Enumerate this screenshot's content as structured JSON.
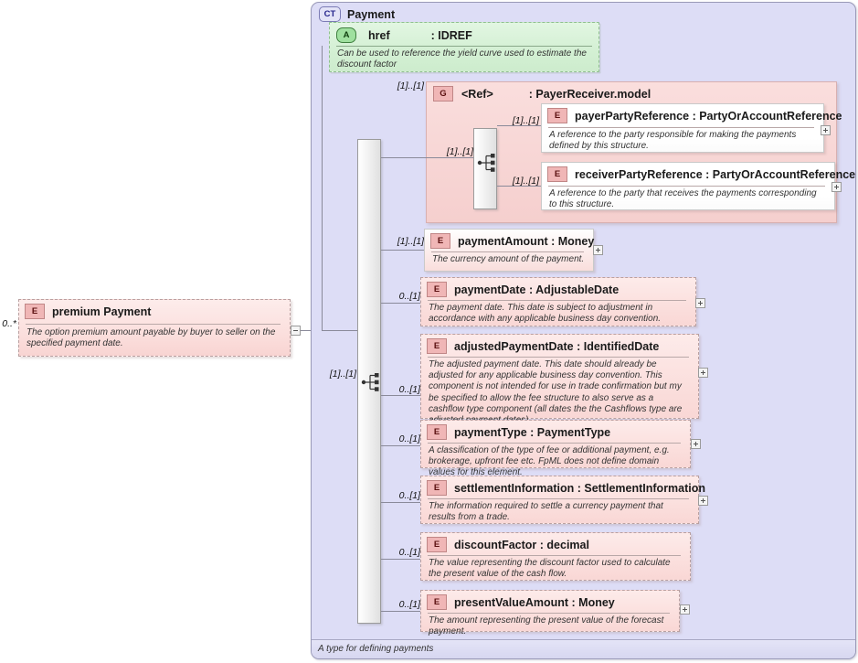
{
  "diagram": {
    "type": "xml-schema-diagram",
    "root_element": {
      "name": "premium",
      "type": "Payment",
      "cardinality": "0..*",
      "documentation": "The option premium amount payable by buyer to seller on the specified payment date.",
      "badge": "E",
      "toggle": "minus"
    },
    "complex_type": {
      "badge": "CT",
      "name": "Payment",
      "footer": "A type for defining payments"
    },
    "attribute": {
      "badge": "A",
      "name": "href",
      "type": ": IDREF",
      "documentation": "Can be used to reference the yield curve used to estimate the discount factor"
    },
    "group": {
      "badge": "G",
      "name": "<Ref>",
      "type": ": PayerReceiver.model",
      "cardinality_outer": "[1]..[1]",
      "cardinality_inner": "[1]..[1]",
      "children": [
        {
          "badge": "E",
          "name": "payerPartyReference",
          "type": ": PartyOrAccountReference",
          "cardinality": "[1]..[1]",
          "documentation": "A reference to the party responsible for making the payments defined by this structure.",
          "toggle": "plus"
        },
        {
          "badge": "E",
          "name": "receiverPartyReference",
          "type": ": PartyOrAccountReference",
          "cardinality": "[1]..[1]",
          "documentation": "A reference to the party that receives the payments corresponding to this structure.",
          "toggle": "plus"
        }
      ]
    },
    "sequence": {
      "cardinality": "[1]..[1]"
    },
    "elements": [
      {
        "badge": "E",
        "name": "paymentAmount",
        "type": ": Money",
        "cardinality": "[1]..[1]",
        "documentation": "The currency amount of the payment.",
        "toggle": "plus"
      },
      {
        "badge": "E",
        "name": "paymentDate",
        "type": ": AdjustableDate",
        "cardinality": "0..[1]",
        "documentation": "The payment date. This date is subject to adjustment in accordance with any applicable business day convention.",
        "toggle": "plus"
      },
      {
        "badge": "E",
        "name": "adjustedPaymentDate",
        "type": ": IdentifiedDate",
        "cardinality": "0..[1]",
        "documentation": "The adjusted payment date. This date should already be adjusted for any applicable business day convention. This component is not intended for use in trade confirmation but my be specified to allow the fee structure to also serve as a cashflow type component (all dates the the Cashflows type are adjusted payment dates).",
        "toggle": "plus"
      },
      {
        "badge": "E",
        "name": "paymentType",
        "type": ": PaymentType",
        "cardinality": "0..[1]",
        "documentation": "A classification of the type of fee or additional payment, e.g. brokerage, upfront fee etc. FpML does not define domain values for this element.",
        "toggle": "plus"
      },
      {
        "badge": "E",
        "name": "settlementInformation",
        "type": ": SettlementInformation",
        "cardinality": "0..[1]",
        "documentation": "The information required to settle a currency payment that results from a trade.",
        "toggle": "plus"
      },
      {
        "badge": "E",
        "name": "discountFactor",
        "type": ": decimal",
        "cardinality": "0..[1]",
        "documentation": "The value representing the discount factor used to calculate the present value of the cash flow.",
        "toggle": "plus"
      },
      {
        "badge": "E",
        "name": "presentValueAmount",
        "type": ": Money",
        "cardinality": "0..[1]",
        "documentation": "The amount representing the present value of the forecast payment.",
        "toggle": "plus"
      }
    ]
  },
  "colors": {
    "element_fill": "#fbdedc",
    "attribute_fill": "#d4f0d4",
    "container_fill": "#ddddf6",
    "group_fill": "#f7d5d4",
    "line": "#8a8a9a"
  }
}
